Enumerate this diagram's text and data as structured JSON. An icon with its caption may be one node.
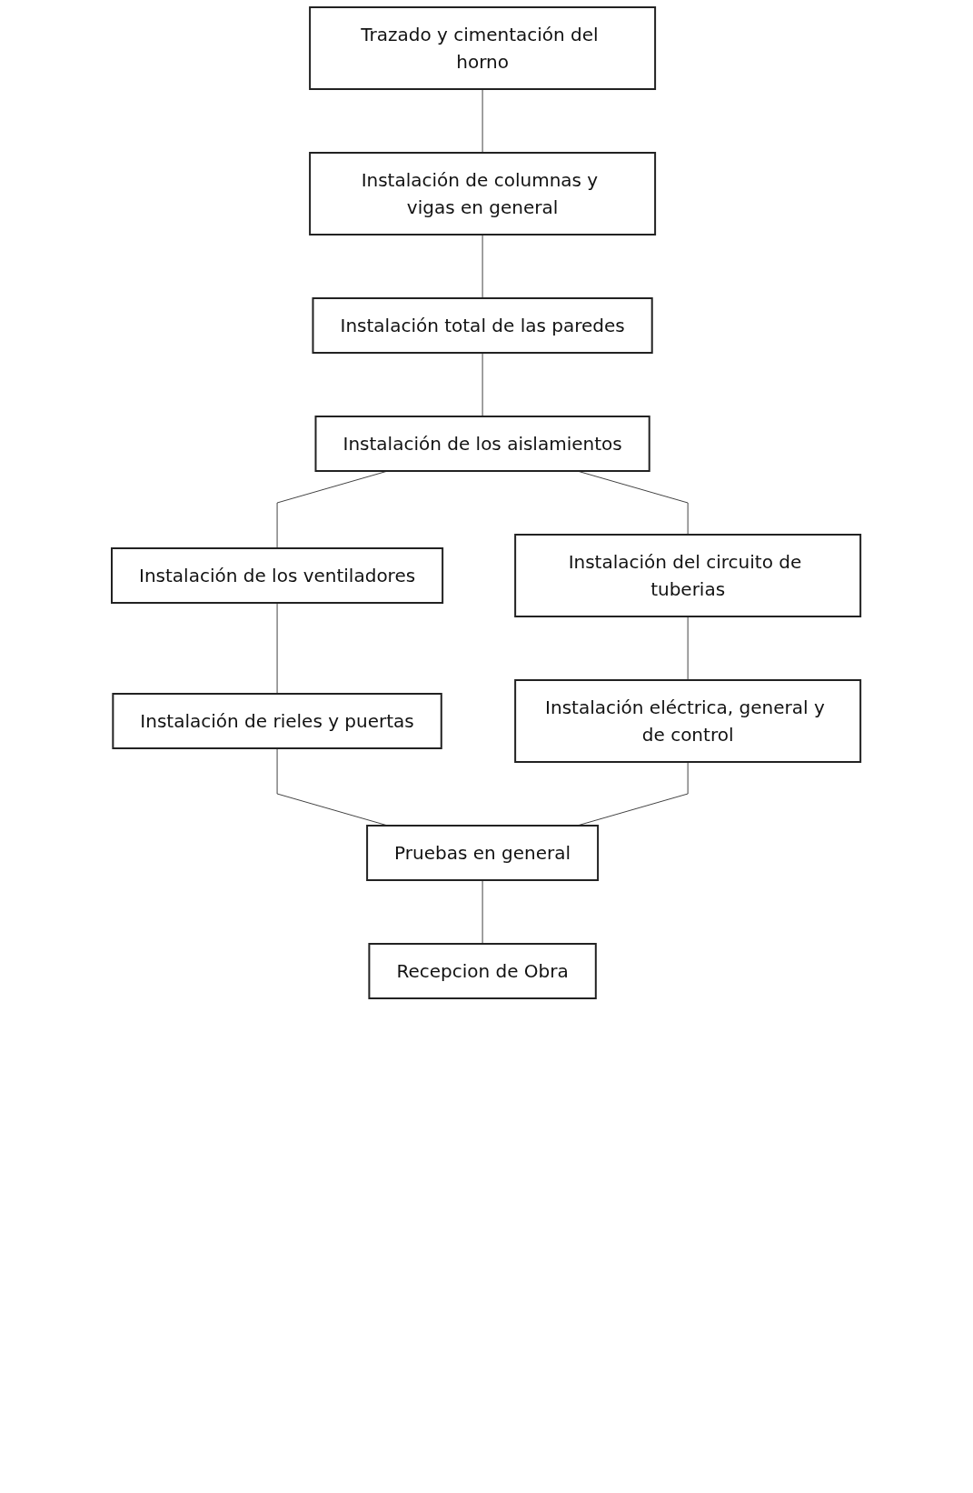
{
  "diagram": {
    "nodes": [
      {
        "text": [
          "Trazado y cimentación del horno"
        ]
      },
      {
        "text": [
          "Instalación de columnas y vigas en general"
        ]
      },
      {
        "text": [
          "Instalación total de las paredes"
        ]
      },
      {
        "text": [
          "Instalación de los aislamientos"
        ]
      },
      {
        "text": [
          "Instalación de los ventiladores"
        ]
      },
      {
        "text": [
          "Instalación del circuito de tuberias"
        ]
      },
      {
        "text": [
          "Instalación de rieles y puertas"
        ]
      },
      {
        "text": [
          "Instalación eléctrica, general y de control"
        ]
      },
      {
        "text": [
          "Pruebas en general"
        ]
      },
      {
        "text": [
          "Recepcion de Obra"
        ]
      }
    ],
    "edges": [
      {
        "from": 0,
        "to": 1,
        "arrow": "none"
      },
      {
        "from": 1,
        "to": 2,
        "arrow": "none"
      },
      {
        "from": 2,
        "to": 3,
        "arrow": "none"
      },
      {
        "from": 3,
        "to": 4,
        "arrow": "none"
      },
      {
        "from": 3,
        "to": 5,
        "arrow": "none"
      },
      {
        "from": 4,
        "to": 6,
        "arrow": "none"
      },
      {
        "from": 5,
        "to": 7,
        "arrow": "none"
      },
      {
        "from": 6,
        "to": 8,
        "arrow": "none"
      },
      {
        "from": 7,
        "to": 8,
        "arrow": "none"
      },
      {
        "from": 8,
        "to": 9,
        "arrow": "none"
      }
    ]
  }
}
